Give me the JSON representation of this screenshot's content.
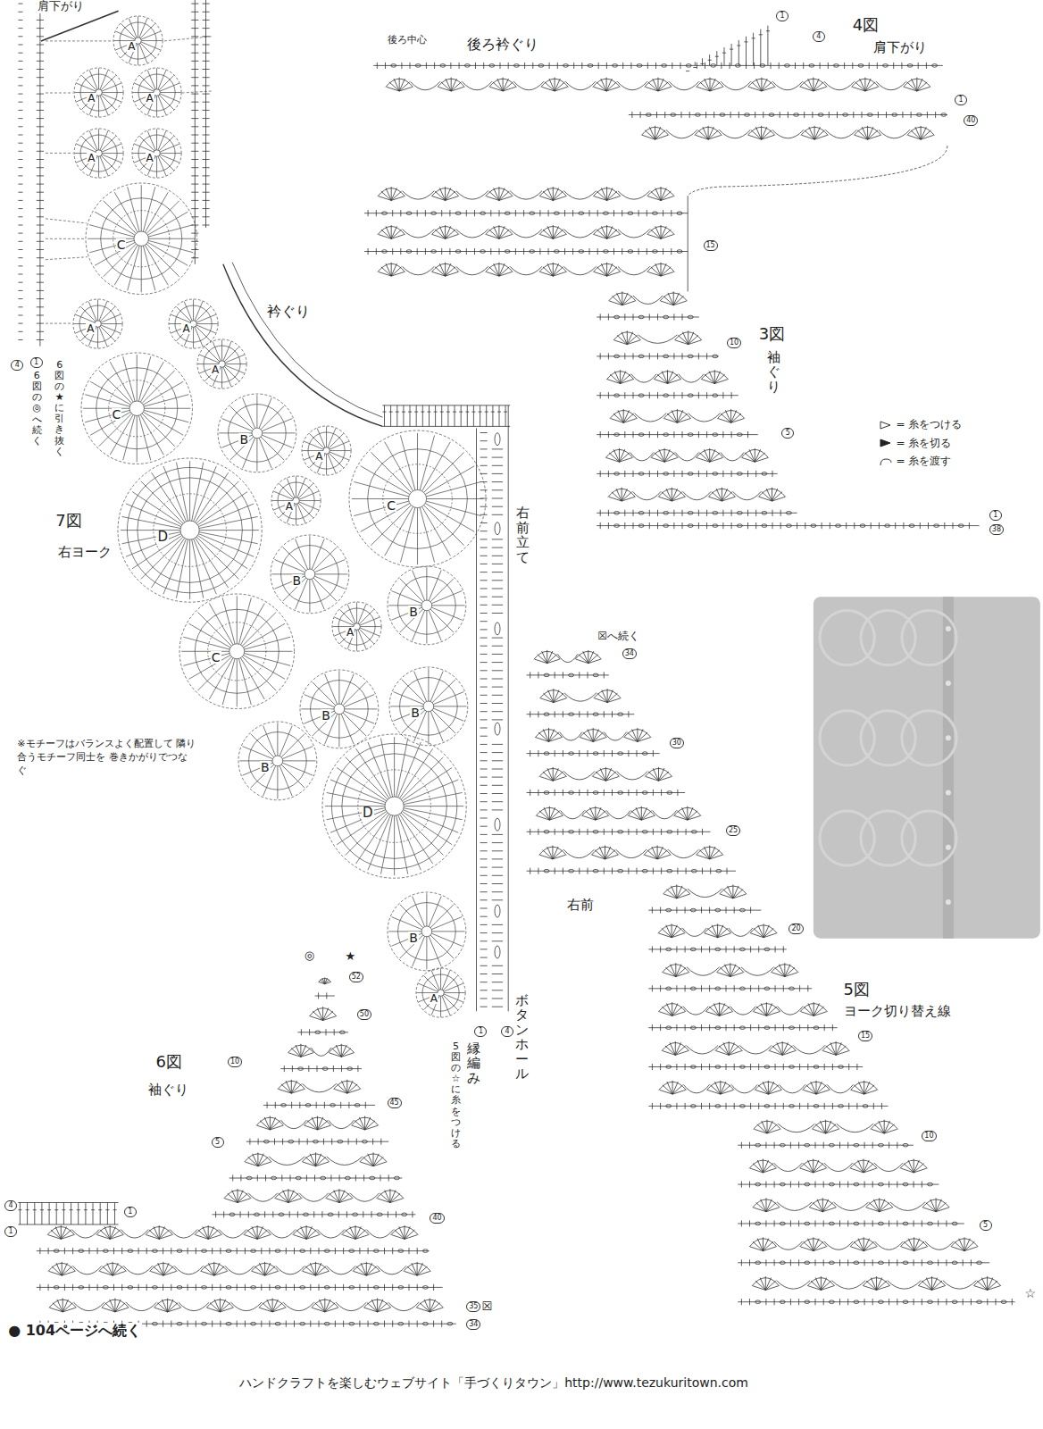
{
  "diagram": {
    "nodes": [
      {
        "text": [
          "A"
        ]
      },
      {
        "text": [
          "A"
        ]
      },
      {
        "text": [
          "A"
        ]
      },
      {
        "text": [
          "A"
        ]
      },
      {
        "text": [
          "A"
        ]
      },
      {
        "text": [
          "C"
        ]
      },
      {
        "text": [
          "A"
        ]
      },
      {
        "text": [
          "A"
        ]
      },
      {
        "text": [
          "A"
        ]
      },
      {
        "text": [
          "C"
        ]
      },
      {
        "text": [
          "B"
        ]
      },
      {
        "text": [
          "A"
        ]
      },
      {
        "text": [
          "C"
        ]
      },
      {
        "text": [
          "A"
        ]
      },
      {
        "text": [
          "D"
        ]
      },
      {
        "text": [
          "B"
        ]
      },
      {
        "text": [
          "B"
        ]
      },
      {
        "text": [
          "A"
        ]
      },
      {
        "text": [
          "C"
        ]
      },
      {
        "text": [
          "B"
        ]
      },
      {
        "text": [
          "B"
        ]
      },
      {
        "text": [
          "B"
        ]
      },
      {
        "text": [
          "D"
        ]
      },
      {
        "text": [
          "B"
        ]
      },
      {
        "text": [
          "A"
        ]
      }
    ],
    "labels": [
      "肩下がり",
      "後ろ中心",
      "後ろ衿ぐり",
      "4図",
      "肩下がり",
      "1",
      "4",
      "1",
      "40",
      "15",
      "3図",
      "袖ぐり",
      "10",
      "5",
      "1",
      "38",
      "衿ぐり",
      "7図",
      "右ヨーク",
      "右前立て",
      "※モチーフはバランスよく配置して 隣り合うモチーフ同士を 巻きかがりでつなぐ",
      "ボタンホール",
      "縁編み",
      "5図の☆に糸をつける",
      "1",
      "4",
      "6図の★に引き抜く",
      "6図の◎へ続く",
      "1",
      "4",
      "☒へ続く",
      "34",
      "30",
      "25",
      "20",
      "15",
      "10",
      "5",
      "☆",
      "右前",
      "5図",
      "ヨーク切り替え線",
      "◎",
      "★",
      "52",
      "50",
      "10",
      "6図",
      "袖ぐり",
      "45",
      "5",
      "40",
      "1",
      "4",
      "1",
      "35",
      "☒",
      "34",
      "● 104ページへ続く",
      "ハンドクラフトを楽しむウェブサイト「手づくりタウン」http://www.tezukuritown.com"
    ],
    "legend": [
      {
        "text": "= 糸をつける"
      },
      {
        "text": "= 糸を切る"
      },
      {
        "text": "= 糸を渡す"
      }
    ]
  }
}
